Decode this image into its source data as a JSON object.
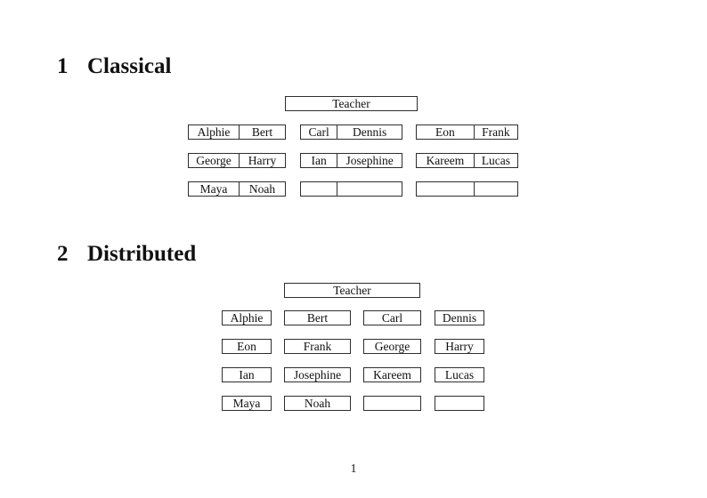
{
  "page_number": "1",
  "sections": [
    {
      "number": "1",
      "title": "Classical",
      "teacher_label": "Teacher",
      "desk_rows": [
        [
          [
            "Alphie",
            "Bert"
          ],
          [
            "Carl",
            "Dennis"
          ],
          [
            "Eon",
            "Frank"
          ]
        ],
        [
          [
            "George",
            "Harry"
          ],
          [
            "Ian",
            "Josephine"
          ],
          [
            "Kareem",
            "Lucas"
          ]
        ],
        [
          [
            "Maya",
            "Noah"
          ],
          [
            "",
            ""
          ],
          [
            "",
            ""
          ]
        ]
      ]
    },
    {
      "number": "2",
      "title": "Distributed",
      "teacher_label": "Teacher",
      "desk_rows": [
        [
          "Alphie",
          "Bert",
          "Carl",
          "Dennis"
        ],
        [
          "Eon",
          "Frank",
          "George",
          "Harry"
        ],
        [
          "Ian",
          "Josephine",
          "Kareem",
          "Lucas"
        ],
        [
          "Maya",
          "Noah",
          "",
          ""
        ]
      ]
    }
  ]
}
